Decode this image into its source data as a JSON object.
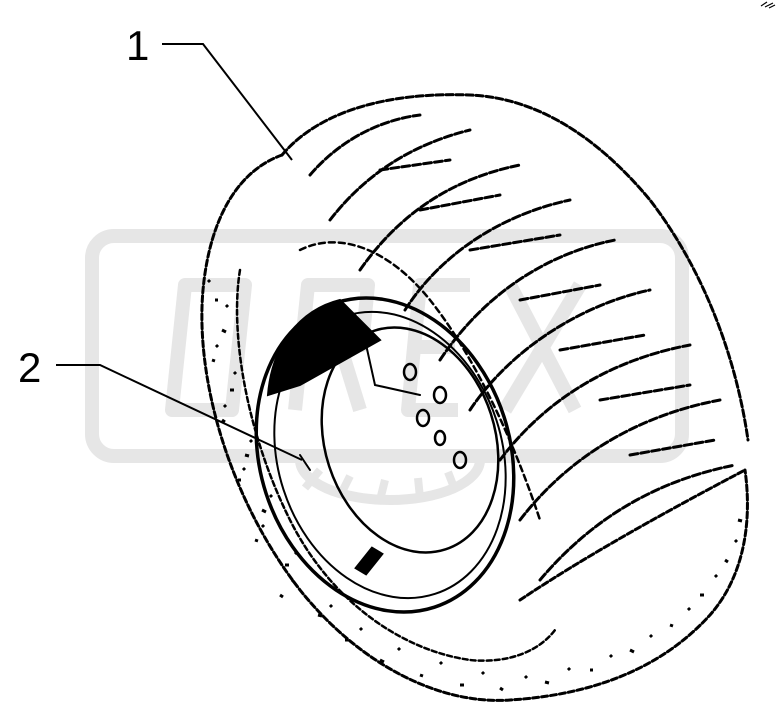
{
  "callouts": [
    {
      "number": "1",
      "part": "tire"
    },
    {
      "number": "2",
      "part": "rim"
    }
  ],
  "watermark": {
    "text": "OREX",
    "color": "#e6e6e6"
  },
  "colors": {
    "ink": "#000000",
    "paper": "#ffffff",
    "watermark": "#e6e6e6"
  }
}
